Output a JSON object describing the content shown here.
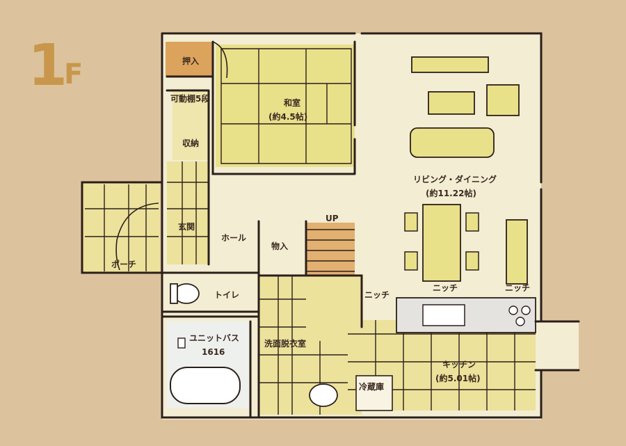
{
  "floor": {
    "number": "1",
    "suffix": "F"
  },
  "rooms": {
    "oshiire": "押入",
    "washitsu": "和室",
    "washitsu_size": "(約4.5帖)",
    "shelf": "可動棚5段",
    "storage": "収納",
    "living": "リビング・ダイニング",
    "living_size": "(約11.22帖)",
    "porch": "ポーチ",
    "entrance": "玄関",
    "hall": "ホール",
    "closet": "物入",
    "stairs_up": "UP",
    "toilet": "トイレ",
    "niche1": "ニッチ",
    "niche2": "ニッチ",
    "niche3": "ニッチ",
    "bath": "ユニットバス",
    "bath_size": "1616",
    "washroom": "洗面脱衣室",
    "kitchen": "キッチン",
    "kitchen_size": "(約5.01帖)",
    "fridge": "冷蔵庫"
  },
  "colors": {
    "paper": "#dcc39e",
    "interior": "#f3edd3",
    "tatami": "#e9e08a",
    "tile": "#ece29c",
    "accent": "#d99a50"
  }
}
